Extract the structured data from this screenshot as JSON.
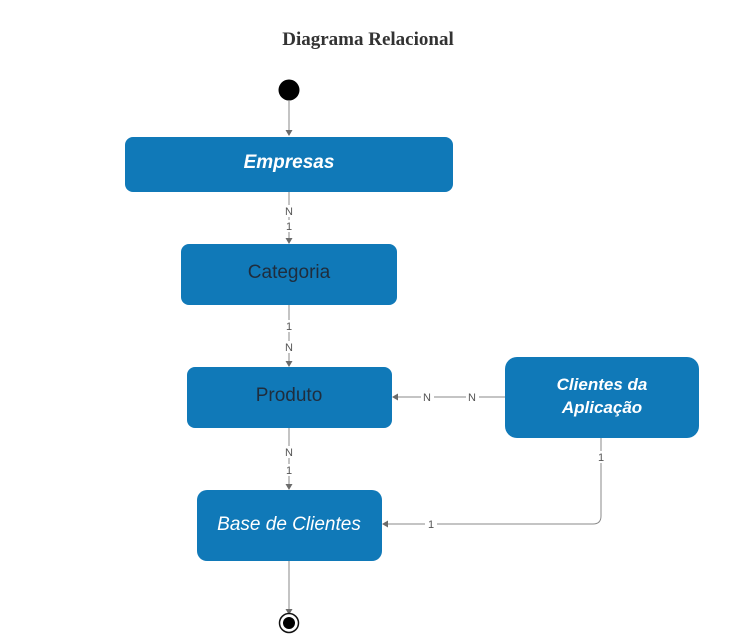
{
  "title": "Diagrama Relacional",
  "nodes": {
    "empresas": "Empresas",
    "categoria": "Categoria",
    "produto": "Produto",
    "clientes_app_line1": "Clientes da",
    "clientes_app_line2": "Aplicação",
    "base_clientes": "Base de Clientes"
  },
  "multiplicities": {
    "empresas_categoria_top": "N",
    "empresas_categoria_bottom": "1",
    "categoria_produto_top": "1",
    "categoria_produto_bottom": "N",
    "produto_clientes_left": "N",
    "produto_clientes_right": "N",
    "produto_base_top": "N",
    "produto_base_bottom": "1",
    "clientes_base_top": "1",
    "clientes_base_bottom": "1"
  },
  "colors": {
    "node_fill": "#1079b8",
    "dark_text": "#1f2d3d",
    "light_text": "#ffffff"
  }
}
